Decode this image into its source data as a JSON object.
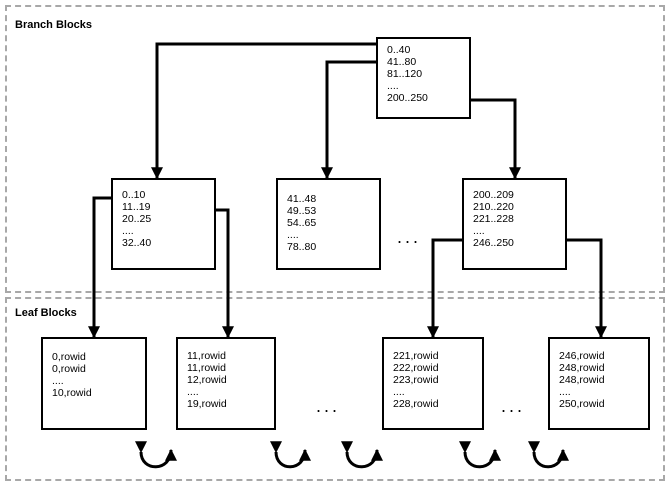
{
  "regions": {
    "branch_label": "Branch Blocks",
    "leaf_label": "Leaf Blocks"
  },
  "root_block": [
    "0..40",
    "41..80",
    "81..120",
    "....",
    "200..250"
  ],
  "branch_blocks": [
    [
      "0..10",
      "11..19",
      "20..25",
      "....",
      "32..40"
    ],
    [
      "41..48",
      "49..53",
      "54..65",
      "....",
      "78..80"
    ],
    [
      "200..209",
      "210..220",
      "221..228",
      "....",
      "246..250"
    ]
  ],
  "leaf_blocks": [
    [
      "0,rowid",
      "0,rowid",
      "....",
      "10,rowid"
    ],
    [
      "11,rowid",
      "11,rowid",
      "12,rowid",
      "....",
      "19,rowid"
    ],
    [
      "221,rowid",
      "222,rowid",
      "223,rowid",
      "....",
      "228,rowid"
    ],
    [
      "246,rowid",
      "248,rowid",
      "248,rowid",
      "....",
      "250,rowid"
    ]
  ],
  "ellipsis": "...",
  "colors": {
    "border": "#000000",
    "region_border": "#a8a8a8"
  }
}
